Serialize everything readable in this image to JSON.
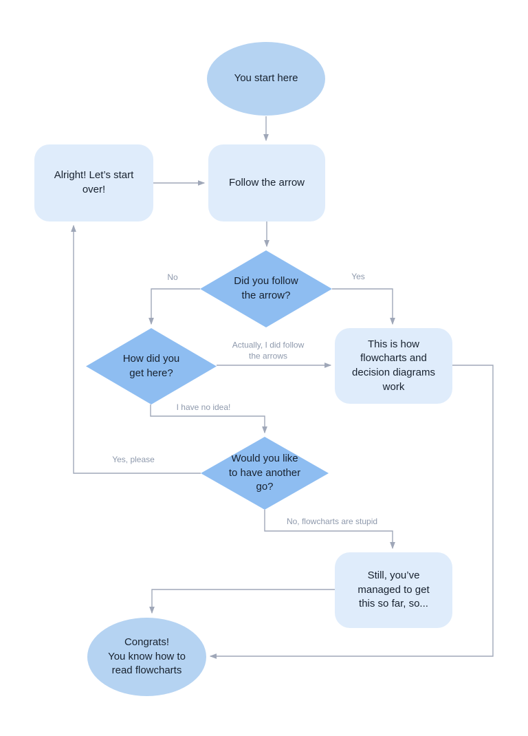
{
  "colors": {
    "canvas_bg": "#ffffff",
    "terminal_fill": "#b5d3f2",
    "process_fill": "#dfecfb",
    "decision_fill": "#8ebdf1",
    "connector": "#9fa7b8",
    "edge_label_text": "#8e99ac",
    "node_text": "#17212e"
  },
  "nodes": {
    "start": {
      "type": "terminal",
      "label": "You start here"
    },
    "start_over": {
      "type": "process",
      "label": "Alright! Let’s start\nover!"
    },
    "follow": {
      "type": "process",
      "label": "Follow the arrow"
    },
    "did_follow": {
      "type": "decision",
      "label": "Did you follow\nthe arrow?"
    },
    "how_here": {
      "type": "decision",
      "label": "How did you\nget here?"
    },
    "how_work": {
      "type": "process",
      "label": "This is how\nflowcharts and\ndecision diagrams\nwork"
    },
    "another_go": {
      "type": "decision",
      "label": "Would you like\nto have another\ngo?"
    },
    "still": {
      "type": "process",
      "label": "Still, you’ve\nmanaged to get\nthis so far, so..."
    },
    "congrats": {
      "type": "terminal",
      "label": "Congrats!\nYou know how to\nread flowcharts"
    }
  },
  "edge_labels": {
    "no": "No",
    "yes": "Yes",
    "actually": "Actually, I did follow\nthe arrows",
    "no_idea": "I have no idea!",
    "yes_please": "Yes, please",
    "stupid": "No, flowcharts are stupid"
  }
}
